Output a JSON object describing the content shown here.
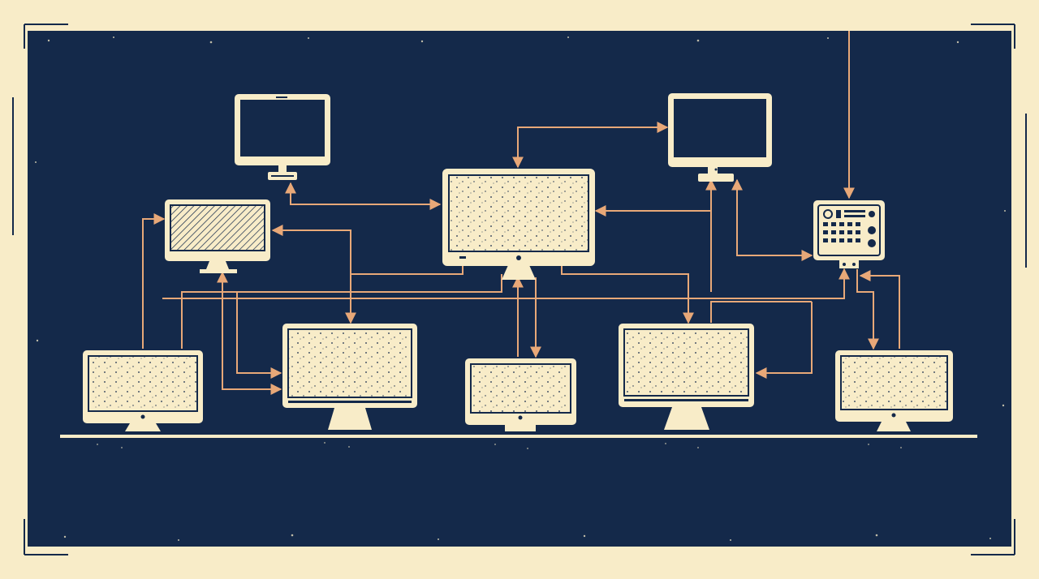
{
  "diagram": {
    "colors": {
      "background": "#f8ecc8",
      "panel": "#14294a",
      "device": "#f8ecc8",
      "connector": "#e8a878"
    },
    "nodes": [
      {
        "id": "hub-monitor",
        "icon": "monitor-icon",
        "style": "speckled"
      },
      {
        "id": "top-left-monitor",
        "icon": "monitor-icon",
        "style": "outline"
      },
      {
        "id": "top-right-monitor",
        "icon": "monitor-icon",
        "style": "outline"
      },
      {
        "id": "hatched-monitor",
        "icon": "monitor-icon",
        "style": "hatched"
      },
      {
        "id": "control-panel",
        "icon": "control-panel-icon",
        "style": "outline"
      },
      {
        "id": "bottom-monitor-1",
        "icon": "monitor-icon",
        "style": "speckled"
      },
      {
        "id": "bottom-monitor-2",
        "icon": "monitor-icon",
        "style": "speckled"
      },
      {
        "id": "bottom-monitor-3",
        "icon": "monitor-icon",
        "style": "speckled"
      },
      {
        "id": "bottom-monitor-4",
        "icon": "monitor-icon",
        "style": "speckled"
      },
      {
        "id": "bottom-monitor-5",
        "icon": "monitor-icon",
        "style": "speckled"
      }
    ],
    "edges": [
      {
        "from": "top-left-monitor",
        "to": "hub-monitor"
      },
      {
        "from": "hub-monitor",
        "to": "top-right-monitor"
      },
      {
        "from": "control-panel",
        "to": "hub-monitor"
      },
      {
        "from": "control-panel",
        "to": "top-right-monitor"
      },
      {
        "from": "hatched-monitor",
        "to": "bottom-monitor-2"
      },
      {
        "from": "hub-monitor",
        "to": "bottom-monitor-3"
      },
      {
        "from": "hub-monitor",
        "to": "bottom-monitor-4"
      },
      {
        "from": "hub-monitor",
        "to": "bottom-monitor-1"
      },
      {
        "from": "control-panel",
        "to": "bottom-monitor-5"
      },
      {
        "from": "control-panel",
        "to": "bottom-monitor-4"
      }
    ]
  }
}
